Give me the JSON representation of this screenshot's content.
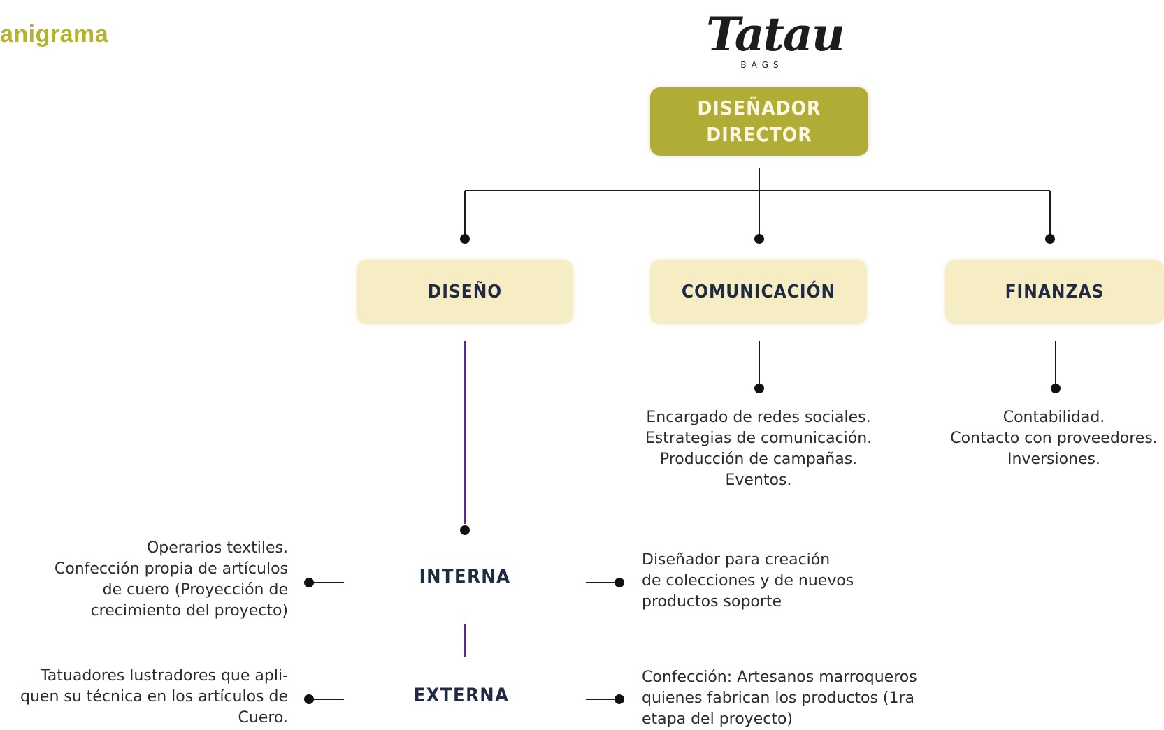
{
  "page_title": "anigrama",
  "logo": {
    "word": "Tatau",
    "sub": "BAGS"
  },
  "director": {
    "line1": "DISEÑADOR",
    "line2": "DIRECTOR"
  },
  "departments": {
    "diseno": "DISEÑO",
    "comunicacion": "COMUNICACIÓN",
    "finanzas": "FINANZAS"
  },
  "comunicacion_tasks": [
    "Encargado de redes sociales.",
    "Estrategias de comunicación.",
    "Producción de campañas.",
    "Eventos."
  ],
  "finanzas_tasks": [
    "Contabilidad.",
    "Contacto con proveedores.",
    "Inversiones."
  ],
  "interna": {
    "label": "INTERNA",
    "left": [
      "Operarios textiles.",
      "Confección propia de artículos",
      "de cuero (Proyección de",
      "crecimiento del proyecto)"
    ],
    "right": [
      "Diseñador para creación",
      "de colecciones y de nuevos",
      "productos soporte"
    ]
  },
  "externa": {
    "label": "EXTERNA",
    "left": [
      "Tatuadores lustradores que apli-",
      "quen su técnica en los artículos de",
      "Cuero."
    ],
    "right": [
      "Confección: Artesanos marroqueros",
      "quienes fabrican los productos (1ra",
      "etapa del proyecto)"
    ]
  },
  "colors": {
    "title": "#b4b32c",
    "director_fill": "#b0ad36",
    "department_fill": "#f7edc4",
    "connector": "#1a1a1a",
    "diseno_connector": "#5a2a8a"
  }
}
